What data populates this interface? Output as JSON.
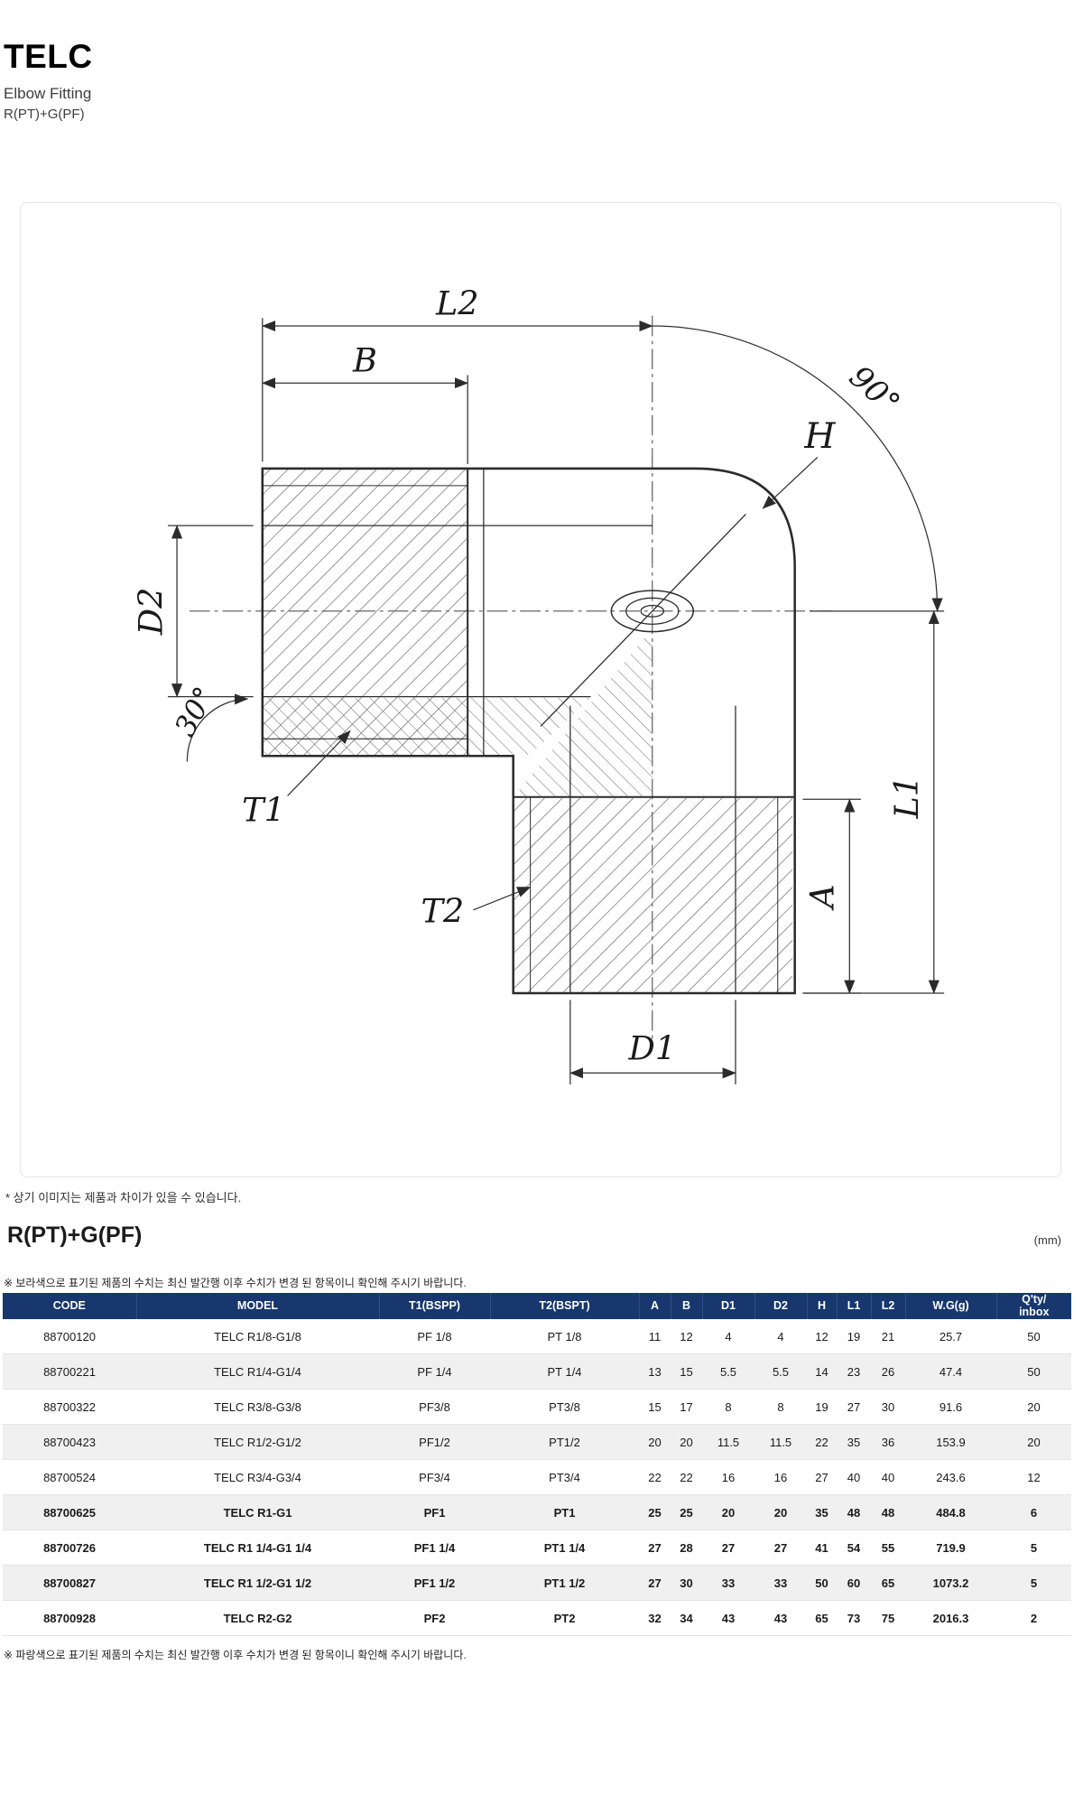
{
  "header": {
    "title": "TELC",
    "subtitle": "Elbow Fitting",
    "thread_spec": "R(PT)+G(PF)"
  },
  "diagram": {
    "caption": "* 상기 이미지는 제품과 차이가 있을 수 있습니다.",
    "labels": {
      "L2": "L2",
      "B": "B",
      "H": "H",
      "D2": "D2",
      "D1": "D1",
      "A": "A",
      "L1": "L1",
      "T1": "T1",
      "T2": "T2",
      "deg90": "90°",
      "deg30": "30°"
    }
  },
  "section": {
    "title": "R(PT)+G(PF)",
    "unit": "(mm)",
    "note_top": "※ 보라색으로 표기된 제품의 수치는 최신 발간행 이후 수치가 변경 된 항목이니 확인해 주시기 바랍니다.",
    "note_bottom": "※ 파랑색으로 표기된 제품의 수치는 최신 발간행 이후 수치가 변경 된 항목이니 확인해 주시기 바랍니다."
  },
  "table": {
    "headers": [
      "CODE",
      "MODEL",
      "T1(BSPP)",
      "T2(BSPT)",
      "A",
      "B",
      "D1",
      "D2",
      "H",
      "L1",
      "L2",
      "W.G(g)",
      "Q'ty/\ninbox"
    ],
    "rows": [
      {
        "code": "88700120",
        "model": "TELC R1/8-G1/8",
        "t1": "PF 1/8",
        "t2": "PT 1/8",
        "a": "11",
        "b": "12",
        "d1": "4",
        "d2": "4",
        "h": "12",
        "l1": "19",
        "l2": "21",
        "wg": "25.7",
        "qty": "50",
        "bold": false
      },
      {
        "code": "88700221",
        "model": "TELC R1/4-G1/4",
        "t1": "PF 1/4",
        "t2": "PT 1/4",
        "a": "13",
        "b": "15",
        "d1": "5.5",
        "d2": "5.5",
        "h": "14",
        "l1": "23",
        "l2": "26",
        "wg": "47.4",
        "qty": "50",
        "bold": false
      },
      {
        "code": "88700322",
        "model": "TELC R3/8-G3/8",
        "t1": "PF3/8",
        "t2": "PT3/8",
        "a": "15",
        "b": "17",
        "d1": "8",
        "d2": "8",
        "h": "19",
        "l1": "27",
        "l2": "30",
        "wg": "91.6",
        "qty": "20",
        "bold": false
      },
      {
        "code": "88700423",
        "model": "TELC R1/2-G1/2",
        "t1": "PF1/2",
        "t2": "PT1/2",
        "a": "20",
        "b": "20",
        "d1": "11.5",
        "d2": "11.5",
        "h": "22",
        "l1": "35",
        "l2": "36",
        "wg": "153.9",
        "qty": "20",
        "bold": false
      },
      {
        "code": "88700524",
        "model": "TELC R3/4-G3/4",
        "t1": "PF3/4",
        "t2": "PT3/4",
        "a": "22",
        "b": "22",
        "d1": "16",
        "d2": "16",
        "h": "27",
        "l1": "40",
        "l2": "40",
        "wg": "243.6",
        "qty": "12",
        "bold": false
      },
      {
        "code": "88700625",
        "model": "TELC R1-G1",
        "t1": "PF1",
        "t2": "PT1",
        "a": "25",
        "b": "25",
        "d1": "20",
        "d2": "20",
        "h": "35",
        "l1": "48",
        "l2": "48",
        "wg": "484.8",
        "qty": "6",
        "bold": true
      },
      {
        "code": "88700726",
        "model": "TELC R1 1/4-G1 1/4",
        "t1": "PF1 1/4",
        "t2": "PT1 1/4",
        "a": "27",
        "b": "28",
        "d1": "27",
        "d2": "27",
        "h": "41",
        "l1": "54",
        "l2": "55",
        "wg": "719.9",
        "qty": "5",
        "bold": true
      },
      {
        "code": "88700827",
        "model": "TELC R1 1/2-G1 1/2",
        "t1": "PF1 1/2",
        "t2": "PT1 1/2",
        "a": "27",
        "b": "30",
        "d1": "33",
        "d2": "33",
        "h": "50",
        "l1": "60",
        "l2": "65",
        "wg": "1073.2",
        "qty": "5",
        "bold": true
      },
      {
        "code": "88700928",
        "model": "TELC R2-G2",
        "t1": "PF2",
        "t2": "PT2",
        "a": "32",
        "b": "34",
        "d1": "43",
        "d2": "43",
        "h": "65",
        "l1": "73",
        "l2": "75",
        "wg": "2016.3",
        "qty": "2",
        "bold": true
      }
    ]
  }
}
